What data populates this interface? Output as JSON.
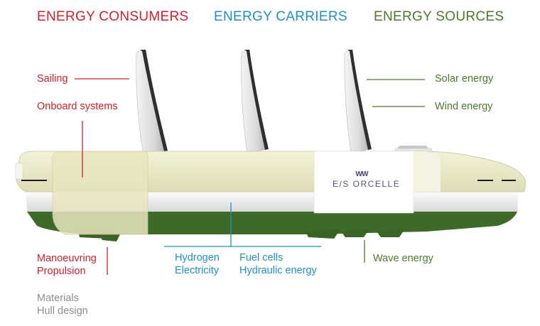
{
  "headers": {
    "consumers": "ENERGY CONSUMERS",
    "carriers": "ENERGY CARRIERS",
    "sources": "ENERGY SOURCES"
  },
  "consumers": {
    "sailing": "Sailing",
    "onboard": "Onboard systems",
    "manoeuvring": "Manoeuvring",
    "propulsion": "Propulsion"
  },
  "carriers": {
    "hydrogen": "Hydrogen",
    "electricity": "Electricity",
    "fuel_cells": "Fuel cells",
    "hydraulic": "Hydraulic energy"
  },
  "sources": {
    "solar": "Solar energy",
    "wind": "Wind energy",
    "wave": "Wave energy"
  },
  "other": {
    "materials": "Materials",
    "hull_design": "Hull design"
  },
  "ship": {
    "logo_mark": "WW",
    "name": "E/S ORCELLE"
  },
  "colors": {
    "consumers": "#d0202a",
    "carriers": "#1f8fc6",
    "sources": "#4a7a2b",
    "other": "#8e8e8e",
    "hull_cream": "#e6e6c2",
    "hull_green": "#3e6a28"
  }
}
